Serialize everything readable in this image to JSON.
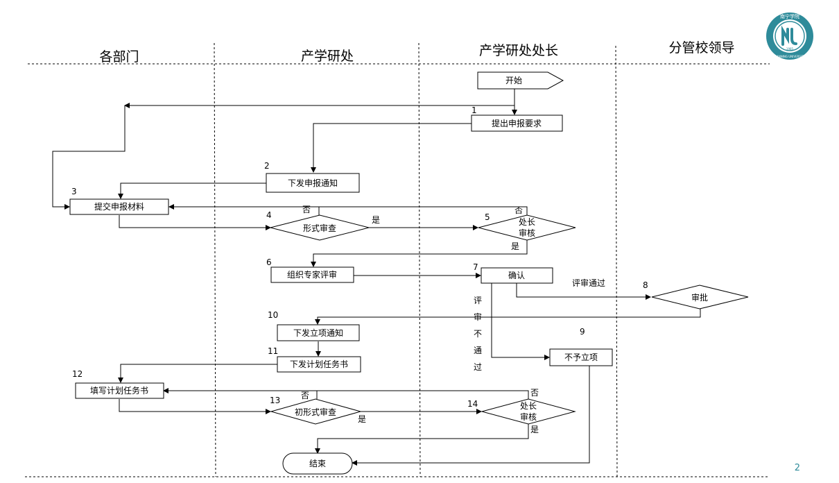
{
  "lanes": [
    "各部门",
    "产学研处",
    "产学研处处长",
    "分管校领导"
  ],
  "nodes": {
    "start": "开始",
    "n1": "提出申报要求",
    "n2": "下发申报通知",
    "n3": "提交申报材料",
    "n4": "形式审查",
    "n5_line1": "处长",
    "n5_line2": "审核",
    "n6": "组织专家评审",
    "n7": "确认",
    "n8": "审批",
    "n9": "不予立项",
    "n10": "下发立项通知",
    "n11": "下发计划任务书",
    "n12": "填写计划任务书",
    "n13": "初形式审查",
    "n14_line1": "处长",
    "n14_line2": "审核",
    "end": "结束"
  },
  "step_numbers": [
    "1",
    "2",
    "3",
    "4",
    "5",
    "6",
    "7",
    "8",
    "9",
    "10",
    "11",
    "12",
    "13",
    "14"
  ],
  "edge_labels": {
    "no_4": "否",
    "yes_4": "是",
    "no_5": "否",
    "yes_5": "是",
    "pass_8": "评审通过",
    "fail_v": [
      "评",
      "审",
      "不",
      "通",
      "过"
    ],
    "no_13": "否",
    "yes_13": "是",
    "no_14": "否",
    "yes_14": "是"
  },
  "logo": {
    "seal_text": "南宁学院",
    "ring_text": "NANNING UNIVERSITY",
    "year": "1985",
    "color": "#2e8b9a"
  },
  "page_number": "2"
}
